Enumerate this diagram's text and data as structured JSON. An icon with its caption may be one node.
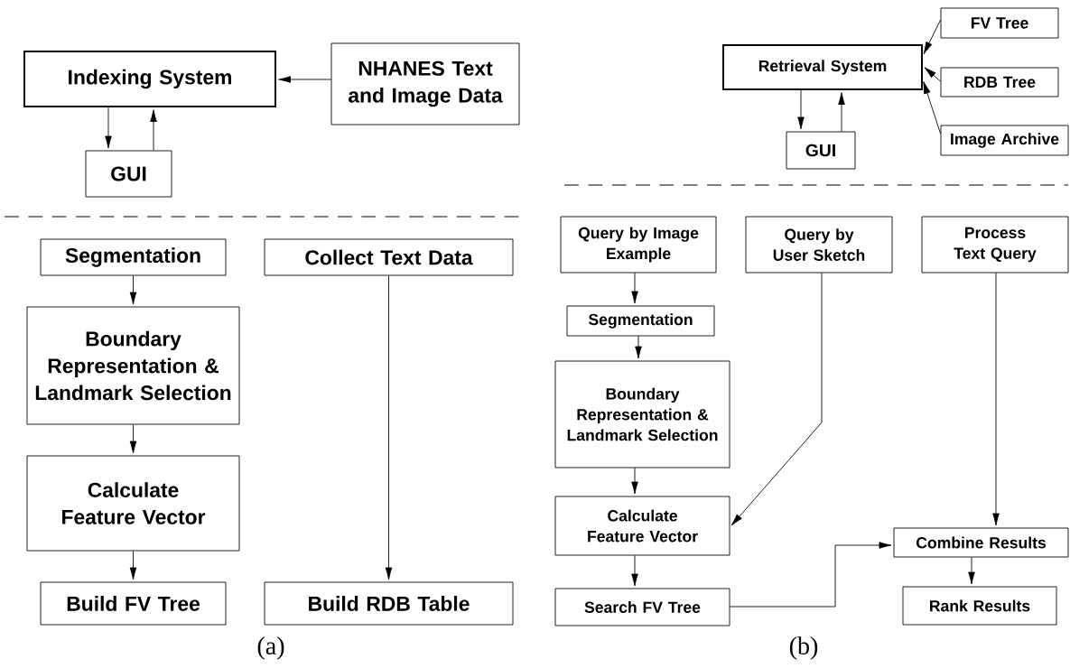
{
  "diagram": {
    "nodes": [
      {
        "text": [
          "Indexing System"
        ]
      },
      {
        "text": [
          "NHANES Text and Image Data"
        ]
      },
      {
        "text": [
          "GUI"
        ]
      },
      {
        "text": [
          "Segmentation"
        ]
      },
      {
        "text": [
          "Boundary Representation & Landmark Selection"
        ]
      },
      {
        "text": [
          "Calculate Feature Vector"
        ]
      },
      {
        "text": [
          "Build FV Tree"
        ]
      },
      {
        "text": [
          "Collect Text Data"
        ]
      },
      {
        "text": [
          "Build RDB Table"
        ]
      },
      {
        "text": [
          "Retrieval System"
        ]
      },
      {
        "text": [
          "FV Tree"
        ]
      },
      {
        "text": [
          "RDB Tree"
        ]
      },
      {
        "text": [
          "Image Archive"
        ]
      },
      {
        "text": [
          "GUI"
        ]
      },
      {
        "text": [
          "Query by Image Example"
        ]
      },
      {
        "text": [
          "Query by User Sketch"
        ]
      },
      {
        "text": [
          "Process Text Query"
        ]
      },
      {
        "text": [
          "Segmentation"
        ]
      },
      {
        "text": [
          "Boundary Representation & Landmark Selection"
        ]
      },
      {
        "text": [
          "Calculate Feature Vector"
        ]
      },
      {
        "text": [
          "Search FV Tree"
        ]
      },
      {
        "text": [
          "Combine Results"
        ]
      },
      {
        "text": [
          "Rank Results"
        ]
      }
    ],
    "edges": [
      {
        "from": 0,
        "to": 2,
        "arrow": "to"
      },
      {
        "from": 2,
        "to": 0,
        "arrow": "to"
      },
      {
        "from": 1,
        "to": 0,
        "arrow": "to"
      },
      {
        "from": 3,
        "to": 4,
        "arrow": "to"
      },
      {
        "from": 4,
        "to": 5,
        "arrow": "to"
      },
      {
        "from": 5,
        "to": 6,
        "arrow": "to"
      },
      {
        "from": 7,
        "to": 8,
        "arrow": "to"
      },
      {
        "from": 9,
        "to": 13,
        "arrow": "to"
      },
      {
        "from": 13,
        "to": 9,
        "arrow": "to"
      },
      {
        "from": 10,
        "to": 9,
        "arrow": "to"
      },
      {
        "from": 11,
        "to": 9,
        "arrow": "to"
      },
      {
        "from": 12,
        "to": 9,
        "arrow": "to"
      },
      {
        "from": 14,
        "to": 17,
        "arrow": "to"
      },
      {
        "from": 17,
        "to": 18,
        "arrow": "to"
      },
      {
        "from": 18,
        "to": 19,
        "arrow": "to"
      },
      {
        "from": 19,
        "to": 20,
        "arrow": "to"
      },
      {
        "from": 15,
        "to": 19,
        "arrow": "to"
      },
      {
        "from": 16,
        "to": 21,
        "arrow": "to"
      },
      {
        "from": 20,
        "to": 21,
        "arrow": "to"
      },
      {
        "from": 21,
        "to": 22,
        "arrow": "to"
      }
    ],
    "labels": [
      "(a)",
      "(b)"
    ]
  }
}
